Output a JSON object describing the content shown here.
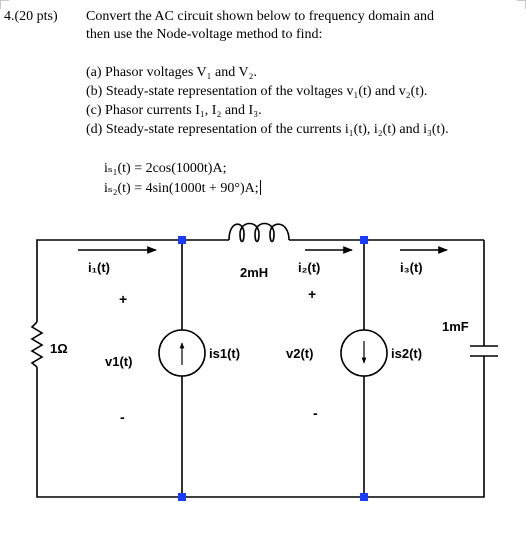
{
  "problem": {
    "number": "4.(20 pts)",
    "statement_line1": "Convert the AC circuit shown below to frequency domain and",
    "statement_line2": "then use the Node-voltage method to find:",
    "parts": [
      "(a) Phasor voltages V₁ and V₂.",
      "(b) Steady-state representation of the voltages v₁(t) and v₂(t).",
      "(c) Phasor currents I₁, I₂ and I₃.",
      "(d) Steady-state representation of the currents i₁(t), i₂(t) and i₃(t)."
    ],
    "sources": [
      "iₛ₁(t) = 2cos(1000t)A;",
      "iₛ₂(t) = 4sin(1000t + 90°)A;"
    ]
  },
  "circuit": {
    "resistor_label": "1Ω",
    "inductor_label": "2mH",
    "capacitor_label": "1mF",
    "current_labels": [
      "i₁(t)",
      "i₂(t)",
      "i₃(t)"
    ],
    "voltage_labels": [
      "v1(t)",
      "v2(t)"
    ],
    "source_labels": [
      "is1(t)",
      "is2(t)"
    ],
    "plus_sign": "+",
    "minus_sign": "-",
    "wire_color": "#000000",
    "node_marker_color": "#1a3cff"
  }
}
